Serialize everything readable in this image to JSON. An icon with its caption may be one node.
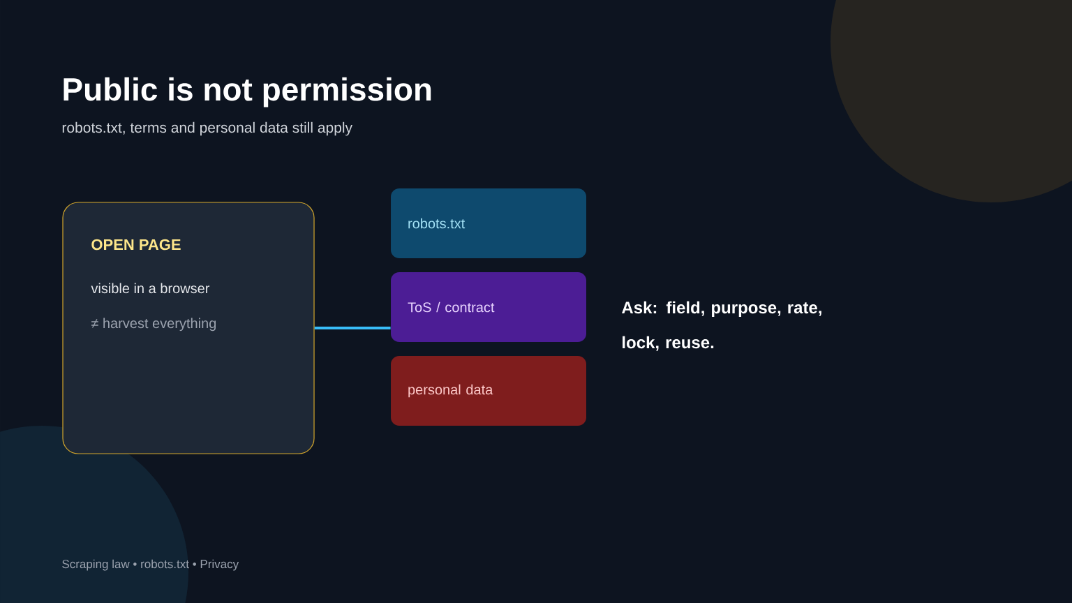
{
  "diagram": {
    "title": "Public is not permission",
    "nodes": [
      {
        "text": [
          "OPEN PAGE",
          "visible in a browser",
          "≠ harvest everything"
        ]
      },
      {
        "text": [
          "robots.txt"
        ]
      },
      {
        "text": [
          "ToS / contract"
        ]
      },
      {
        "text": [
          "personal data"
        ]
      }
    ],
    "edges": [
      {
        "from": 0,
        "to": 2,
        "arrow": "none"
      }
    ],
    "labels": [
      "robots.txt, terms and personal data still apply",
      "Ask: field, purpose, rate, lock, reuse.",
      "Scraping law • robots.txt • Privacy"
    ]
  }
}
